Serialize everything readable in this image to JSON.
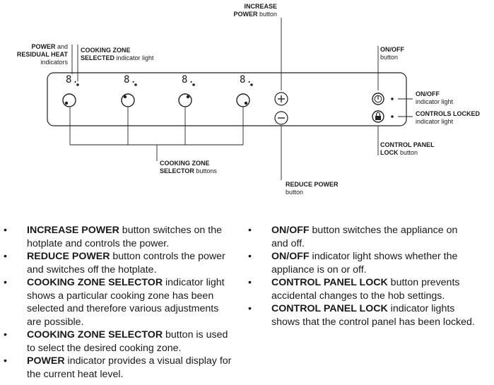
{
  "labels": {
    "power_residual": {
      "l1_bold": "POWER",
      "l1_rest": " and",
      "l2_bold": "RESIDUAL HEAT",
      "l3": "indicators"
    },
    "zone_selected": {
      "l1_bold": "COOKING ZONE",
      "l2_bold": "SELECTED",
      "l2_rest": " indicator light"
    },
    "increase_power": {
      "l1_bold": "INCREASE",
      "l2_bold": "POWER",
      "l2_rest": " button"
    },
    "on_off": {
      "l1_bold": "ON/OFF",
      "l2": "button"
    },
    "on_off_light": {
      "l1_bold": "ON/OFF",
      "l2": "indicator light"
    },
    "controls_locked": {
      "l1_bold": "CONTROLS LOCKED",
      "l2": "indicator light"
    },
    "panel_lock": {
      "l1_bold": "CONTROL PANEL",
      "l2_bold": "LOCK",
      "l2_rest": " button"
    },
    "zone_selector": {
      "l1_bold": "COOKING ZONE",
      "l2_bold": "SELECTOR",
      "l2_rest": " buttons"
    },
    "reduce_power": {
      "l1_bold": "REDUCE POWER",
      "l2": "button"
    }
  },
  "display_digit": "8.",
  "bullets_symbol": "•",
  "left_list": [
    {
      "bold": "INCREASE POWER",
      "rest": " button switches on the",
      "lines": [
        "hotplate and controls the power."
      ]
    },
    {
      "bold": "REDUCE POWER",
      "rest": " button controls the power",
      "lines": [
        "and switches off the hotplate."
      ]
    },
    {
      "bold": "COOKING ZONE SELECTOR",
      "rest": " indicator light",
      "lines": [
        "shows a particular cooking zone has been",
        "selected and therefore various adjustments",
        "are possible."
      ]
    },
    {
      "bold": "COOKING ZONE SELECTOR",
      "rest": " button is used",
      "lines": [
        "to select the desired cooking zone."
      ]
    },
    {
      "bold": "POWER",
      "rest": " indicator provides a visual display for",
      "lines": [
        "the current heat level."
      ]
    }
  ],
  "right_list": [
    {
      "bold": "ON/OFF",
      "rest": " button switches the appliance on",
      "lines": [
        "and off."
      ]
    },
    {
      "bold": "ON/OFF",
      "rest": " indicator light shows whether the",
      "lines": [
        "appliance is on or off."
      ]
    },
    {
      "bold": "CONTROL PANEL LOCK",
      "rest": " button prevents",
      "lines": [
        "accidental changes to the hob settings."
      ]
    },
    {
      "bold": "CONTROL PANEL LOCK",
      "rest": " indicator lights",
      "lines": [
        "shows that the control panel has been locked."
      ]
    }
  ]
}
